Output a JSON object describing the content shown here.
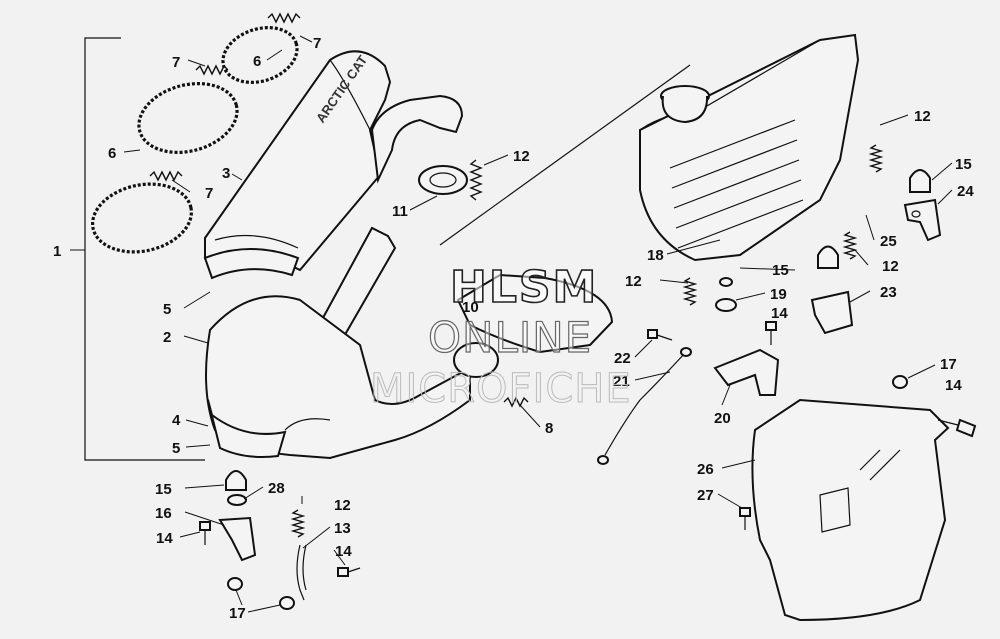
{
  "callouts": [
    {
      "id": "c1",
      "text": "1"
    },
    {
      "id": "c2",
      "text": "2"
    },
    {
      "id": "c3",
      "text": "3"
    },
    {
      "id": "c4",
      "text": "4"
    },
    {
      "id": "c5a",
      "text": "5"
    },
    {
      "id": "c5b",
      "text": "5"
    },
    {
      "id": "c6a",
      "text": "6"
    },
    {
      "id": "c6b",
      "text": "6"
    },
    {
      "id": "c7a",
      "text": "7"
    },
    {
      "id": "c7b",
      "text": "7"
    },
    {
      "id": "c7c",
      "text": "7"
    },
    {
      "id": "c8",
      "text": "8"
    },
    {
      "id": "c10",
      "text": "10"
    },
    {
      "id": "c11",
      "text": "11"
    },
    {
      "id": "c12a",
      "text": "12"
    },
    {
      "id": "c12b",
      "text": "12"
    },
    {
      "id": "c12c",
      "text": "12"
    },
    {
      "id": "c12d",
      "text": "12"
    },
    {
      "id": "c12e",
      "text": "12"
    },
    {
      "id": "c13",
      "text": "13"
    },
    {
      "id": "c14a",
      "text": "14"
    },
    {
      "id": "c14b",
      "text": "14"
    },
    {
      "id": "c14c",
      "text": "14"
    },
    {
      "id": "c14d",
      "text": "14"
    },
    {
      "id": "c15a",
      "text": "15"
    },
    {
      "id": "c15b",
      "text": "15"
    },
    {
      "id": "c15c",
      "text": "15"
    },
    {
      "id": "c16",
      "text": "16"
    },
    {
      "id": "c17a",
      "text": "17"
    },
    {
      "id": "c17b",
      "text": "17"
    },
    {
      "id": "c18",
      "text": "18"
    },
    {
      "id": "c19",
      "text": "19"
    },
    {
      "id": "c20",
      "text": "20"
    },
    {
      "id": "c21",
      "text": "21"
    },
    {
      "id": "c22",
      "text": "22"
    },
    {
      "id": "c23",
      "text": "23"
    },
    {
      "id": "c24",
      "text": "24"
    },
    {
      "id": "c25",
      "text": "25"
    },
    {
      "id": "c26",
      "text": "26"
    },
    {
      "id": "c27",
      "text": "27"
    },
    {
      "id": "c28",
      "text": "28"
    }
  ],
  "watermark": {
    "line1": "HLSM",
    "line2": "ONLINE",
    "line3": "MICROFICHE"
  },
  "muffler_brand": "ARCTIC CAT"
}
